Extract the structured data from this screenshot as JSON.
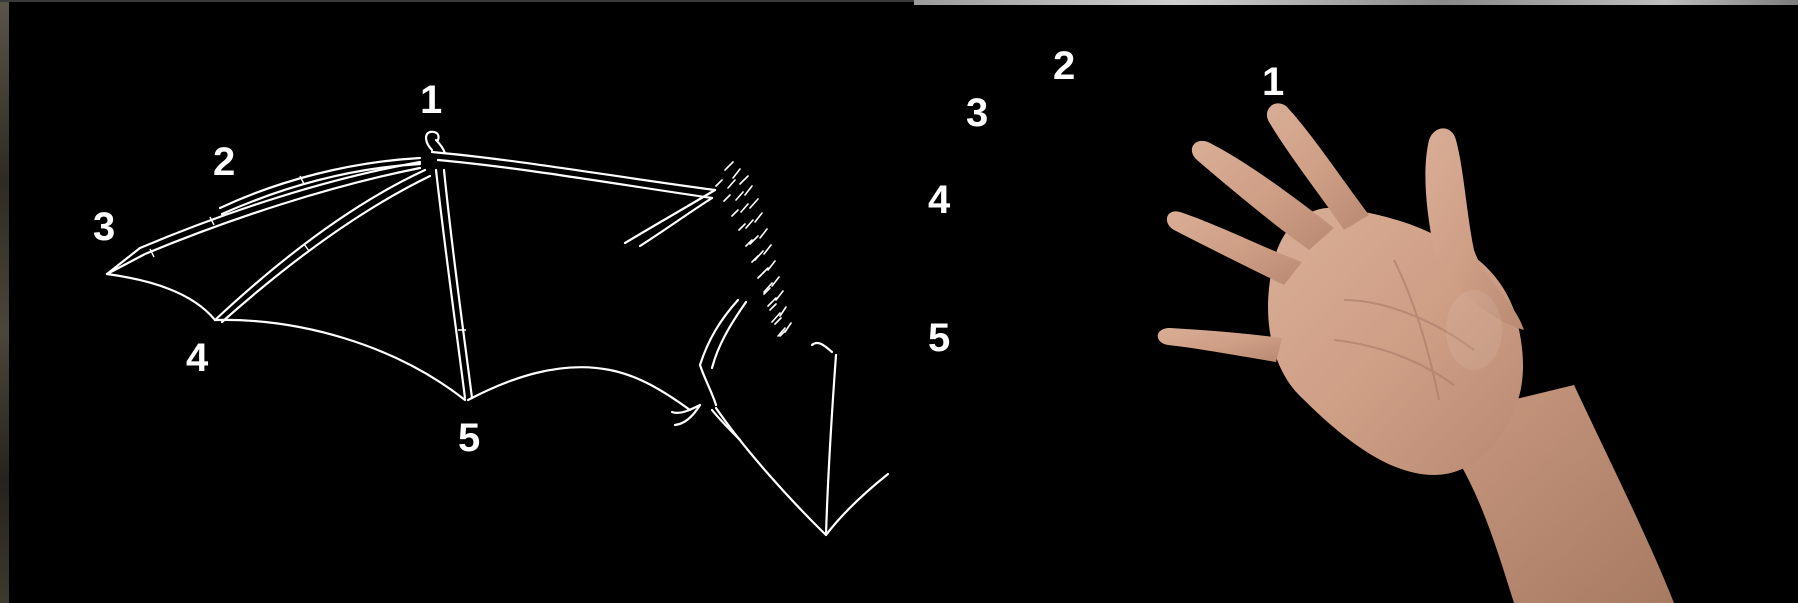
{
  "bat_wing": {
    "digit_labels": [
      "1",
      "2",
      "3",
      "4",
      "5"
    ]
  },
  "human_hand": {
    "digit_labels": [
      "1",
      "2",
      "3",
      "4",
      "5"
    ]
  },
  "colors": {
    "background": "#000000",
    "line_drawing": "#ffffff",
    "skin": "#d6a98f"
  }
}
